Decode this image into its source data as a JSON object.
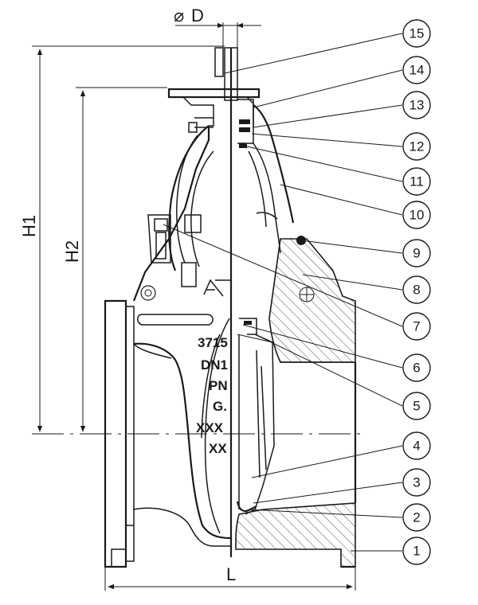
{
  "dimensions": {
    "diameter": "D",
    "height_total": "H1",
    "height_partial": "H2",
    "length": "L"
  },
  "cast_marks": [
    "3715",
    "DN1",
    "PN",
    "G.",
    "XXX",
    "XX"
  ],
  "callouts": [
    "1",
    "2",
    "3",
    "4",
    "5",
    "6",
    "7",
    "8",
    "9",
    "10",
    "11",
    "12",
    "13",
    "14",
    "15"
  ]
}
